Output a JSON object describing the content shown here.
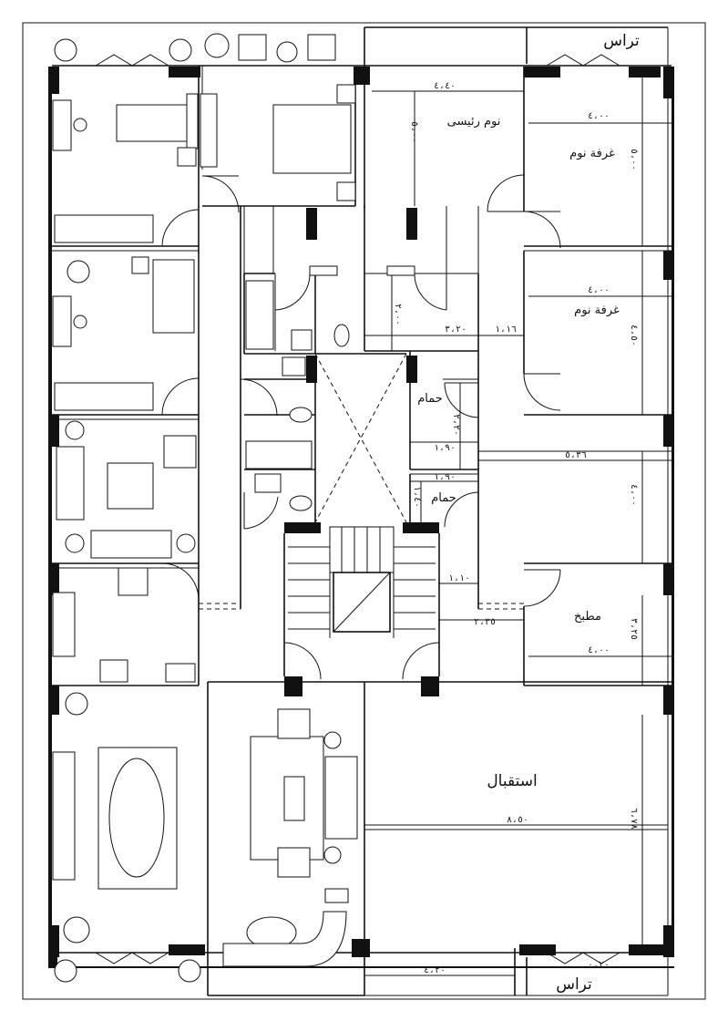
{
  "rooms": {
    "terrace_top": "تراس",
    "master_bedroom": "نوم رئيسى",
    "bedroom_1": "غرفة نوم",
    "bedroom_2": "غرفة نوم",
    "bathroom_1": "حمام",
    "bathroom_2": "حمام",
    "kitchen": "مطبخ",
    "reception": "استقبال",
    "terrace_bottom": "تراس"
  },
  "dimensions": {
    "master_width": "٤،٤٠",
    "master_height": "٥،٠٠",
    "bedroom1_width": "٤،٠٠",
    "bedroom1_height": "٥،٠٠",
    "bedroom2_width": "٤،٠٠",
    "bedroom2_height": "٤،٥٠",
    "corridor_height": "٢،٠٠",
    "corridor_width": "٣،٢٠",
    "corridor_gap": "١،١٦",
    "bath1_height": "٢،٢٠",
    "bath1_width": "١،٩٠",
    "bath2_width": "١،٩٠",
    "bath2_height": "١،٤٠",
    "middle_width": "٥،٣٦",
    "middle_height": "٤،٠٠",
    "stair_gap": "١،١٠",
    "kitchen_offset": "٢،٣٥",
    "kitchen_height": "٣،٢٥",
    "kitchen_width": "٤،٠٠",
    "reception_width": "٨،٥٠",
    "reception_height": "٦،٧٨",
    "terrace_width": "٤،٢٠",
    "terrace_gap": "٠،٢٠"
  }
}
